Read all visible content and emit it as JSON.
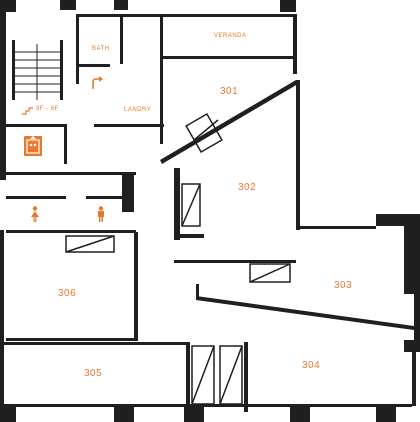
{
  "plan": {
    "labels": {
      "bath": "BATH",
      "veranda": "VERANDA",
      "landry": "LANDRY",
      "stairs": "3F - 6F"
    },
    "rooms": {
      "r301": "301",
      "r302": "302",
      "r303": "303",
      "r304": "304",
      "r305": "305",
      "r306": "306"
    },
    "icons": [
      "elevator-icon",
      "restroom-male-icon",
      "restroom-female-icon",
      "turn-arrow-icon",
      "stairs-icon"
    ],
    "colors": {
      "wall": "#1f1f1f",
      "accent": "#e8792b",
      "background": "#ffffff"
    }
  }
}
